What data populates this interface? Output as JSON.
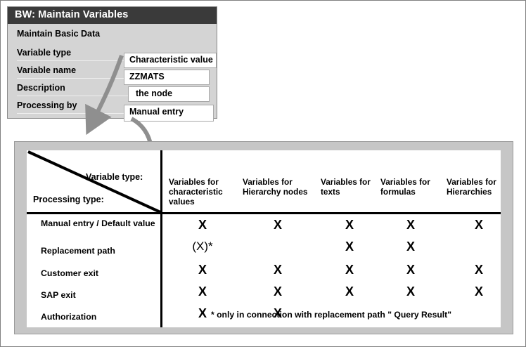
{
  "dialog": {
    "title": "BW: Maintain Variables",
    "section_label": "Maintain Basic Data",
    "fields": [
      {
        "label": "Variable type",
        "value": "Characteristic value"
      },
      {
        "label": "Variable name",
        "value": "ZZMATS"
      },
      {
        "label": "Description",
        "value": "the node"
      },
      {
        "label": "Processing by",
        "value": "Manual entry"
      }
    ]
  },
  "matrix": {
    "corner": {
      "column_axis_label": "Variable type:",
      "row_axis_label": "Processing type:"
    },
    "columns": [
      "Variables for characteristic values",
      "Variables for Hierarchy nodes",
      "Variables for texts",
      "Variables for formulas",
      "Variables for Hierarchies"
    ],
    "rows": [
      {
        "label": "Manual entry / Default value",
        "marks": [
          "X",
          "X",
          "X",
          "X",
          "X"
        ]
      },
      {
        "label": "Replacement path",
        "marks": [
          "(X)*",
          "",
          "X",
          "X",
          ""
        ]
      },
      {
        "label": "Customer exit",
        "marks": [
          "X",
          "X",
          "X",
          "X",
          "X"
        ]
      },
      {
        "label": "SAP exit",
        "marks": [
          "X",
          "X",
          "X",
          "X",
          "X"
        ]
      },
      {
        "label": "Authorization",
        "marks": [
          "X",
          "X",
          "",
          "",
          ""
        ]
      }
    ],
    "footnote": "* only in connection with replacement path \" Query Result\""
  },
  "colors": {
    "titlebar": "#3a3a3a",
    "dialog_body": "#d4d4d4",
    "matrix_frame": "#c6c6c6",
    "arrow": "#8f8f8f",
    "rule": "#000000"
  },
  "annotations": {
    "arrow_variable_type": "arrow-variable-type-to-columns",
    "arrow_processing_by": "arrow-processing-by-to-rows"
  }
}
